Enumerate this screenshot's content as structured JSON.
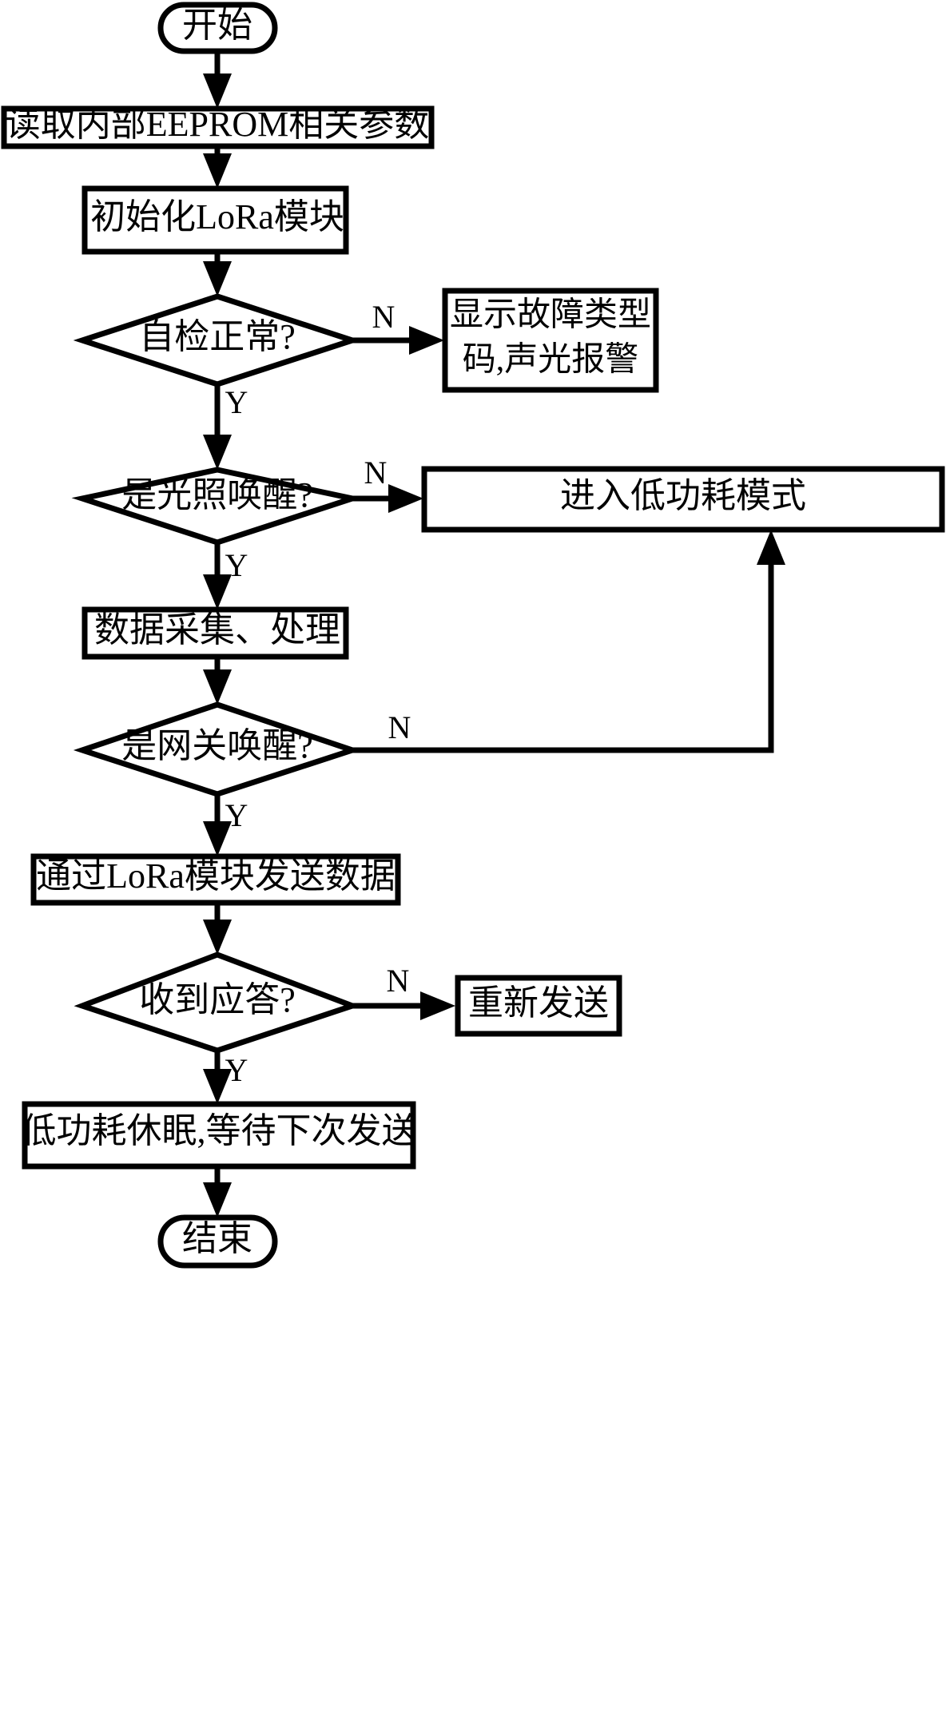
{
  "diagram": {
    "type": "flowchart",
    "orientation": "vertical",
    "language": "zh-CN",
    "background_color": "#ffffff",
    "line_color": "#000000",
    "fill_color": "#ffffff"
  },
  "nodes": {
    "start": {
      "label": "开始",
      "shape": "terminator"
    },
    "read_eeprom": {
      "label": "读取内部EEPROM相关参数",
      "shape": "process"
    },
    "init_lora": {
      "label": "初始化LoRa模块",
      "shape": "process"
    },
    "self_check": {
      "label": "自检正常?",
      "shape": "decision"
    },
    "show_fault": {
      "label_line1": "显示故障类型",
      "label_line2": "码,声光报警",
      "shape": "process"
    },
    "light_wake": {
      "label": "是光照唤醒?",
      "shape": "decision"
    },
    "low_power": {
      "label": "进入低功耗模式",
      "shape": "process"
    },
    "data_acq": {
      "label": "数据采集、处理",
      "shape": "process"
    },
    "gateway_wake": {
      "label": "是网关唤醒?",
      "shape": "decision"
    },
    "send_data": {
      "label": "通过LoRa模块发送数据",
      "shape": "process"
    },
    "got_ack": {
      "label": "收到应答?",
      "shape": "decision"
    },
    "resend": {
      "label": "重新发送",
      "shape": "process"
    },
    "sleep": {
      "label": "低功耗休眠,等待下次发送",
      "shape": "process"
    },
    "end": {
      "label": "结束",
      "shape": "terminator"
    }
  },
  "edge_labels": {
    "self_check_no": "N",
    "self_check_yes": "Y",
    "light_wake_no": "N",
    "light_wake_yes": "Y",
    "gateway_wake_no": "N",
    "gateway_wake_yes": "Y",
    "got_ack_no": "N",
    "got_ack_yes": "Y"
  }
}
